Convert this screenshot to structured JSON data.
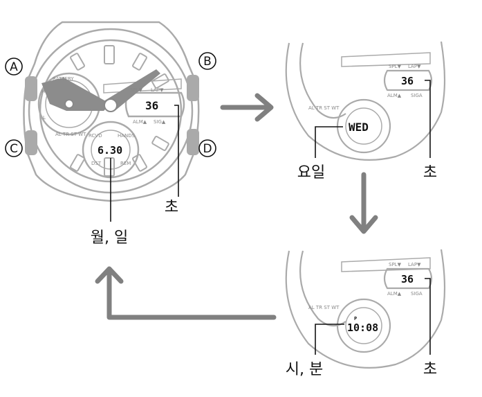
{
  "buttons": {
    "a": "A",
    "b": "B",
    "c": "C",
    "d": "D"
  },
  "watch_main": {
    "battery_label": "BATTERY",
    "h": "H",
    "l": "L",
    "mode_scale": "AL TR ST WT",
    "spl_label": "SPL▼",
    "lap_label": "LAP▼",
    "alm_label": "ALM▲",
    "sig_label": "SIG▲",
    "rcvd_label": "RCVD",
    "hands_label": "HANDS",
    "dst_label": "DST",
    "rem_label": "REM",
    "seconds_value": "36",
    "date_value": "6.30"
  },
  "panel_weekday": {
    "spl_label": "SPL▼",
    "lap_label": "LAP▼",
    "alm_label": "ALM▲",
    "sig_label": "SIGA",
    "seconds_value": "36",
    "weekday_value": "WED",
    "mode_scale": "AL TR ST WT"
  },
  "panel_time": {
    "spl_label": "SPL▼",
    "lap_label": "LAP▼",
    "alm_label": "ALM▲",
    "sig_label": "SIGA",
    "seconds_value": "36",
    "pm_mark": "P",
    "time_value": "10:08",
    "mode_scale": "AL TR ST WT"
  },
  "captions": {
    "seconds_main": "초",
    "month_day": "월, 일",
    "weekday": "요일",
    "seconds_weekday": "초",
    "hour_minute": "시, 분",
    "seconds_time": "초"
  },
  "colors": {
    "outline": "#aaaaaa",
    "hand_fill": "#8c8c8c",
    "arrow": "#808080",
    "text": "#111111"
  }
}
